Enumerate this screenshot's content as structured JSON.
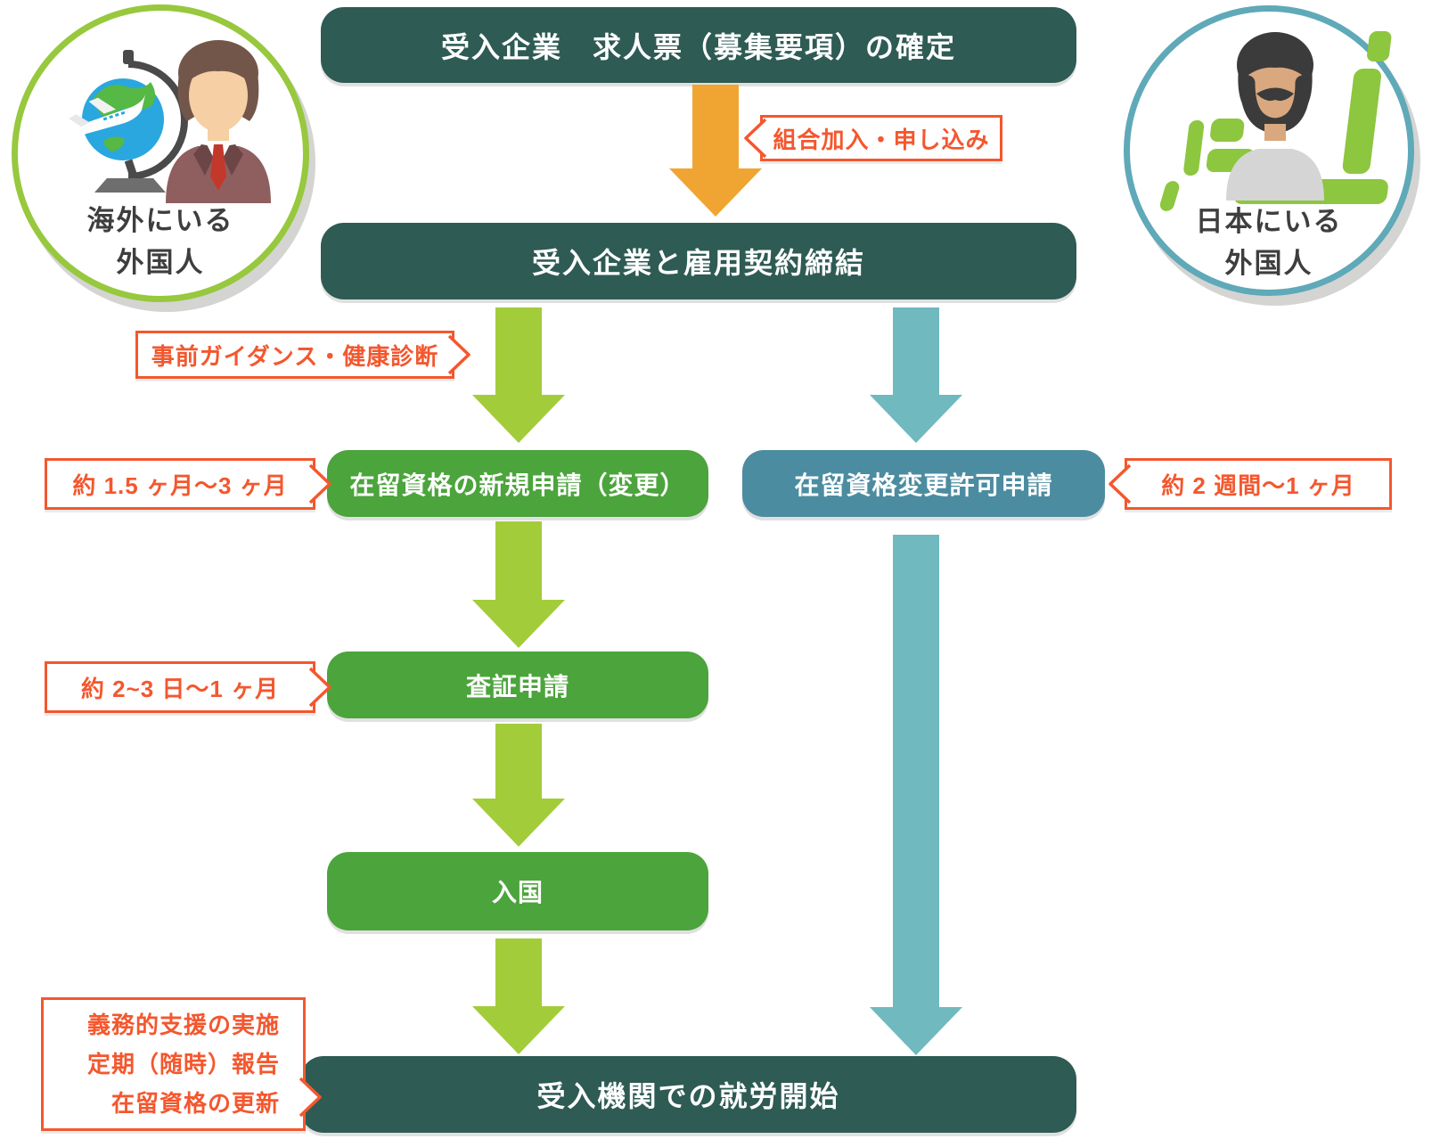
{
  "palette": {
    "dark_box": "#2E5B54",
    "green_box": "#4CA43C",
    "green_arrow": "#A3CC3B",
    "teal_box": "#4C8CA0",
    "teal_arrow": "#6FB9BF",
    "orange_arrow": "#F0A532",
    "accent_red": "#F4572E",
    "circle_green": "#97C83D",
    "circle_teal": "#5FA9B8",
    "caption_text": "#3E3E3E"
  },
  "circles": {
    "overseas": {
      "line1": "海外にいる",
      "line2": "外国人"
    },
    "japan": {
      "line1": "日本にいる",
      "line2": "外国人"
    }
  },
  "flow": {
    "job_posting": "受入企業　求人票（募集要項）の確定",
    "contract": "受入企業と雇用契約締結",
    "new_application": "在留資格の新規申請（変更）",
    "change_application": "在留資格変更許可申請",
    "visa_application": "査証申請",
    "entry": "入国",
    "work_start": "受入機関での就労開始"
  },
  "labels": {
    "union_join": "組合加入・申し込み",
    "guidance": "事前ガイダンス・健康診断",
    "period_new": "約 1.5 ヶ月〜3 ヶ月",
    "period_change": "約 2 週間〜1 ヶ月",
    "period_visa": "約 2~3 日〜1 ヶ月",
    "support_lines": [
      "義務的支援の実施",
      "定期（随時）報告",
      "在留資格の更新"
    ]
  }
}
